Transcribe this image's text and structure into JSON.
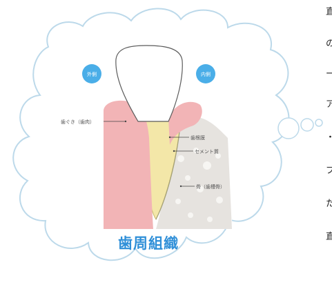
{
  "diagram": {
    "title": "歯周組織",
    "badges": [
      "外側",
      "内側"
    ],
    "labels": {
      "gum": "歯ぐき（歯肉）",
      "ligament": "歯根膜",
      "cementum": "セメント質",
      "bone": "骨（歯槽骨）"
    },
    "edge_text": [
      "直",
      "の",
      "ー",
      "ア",
      "・",
      "ブ",
      "た",
      "直"
    ]
  },
  "colors": {
    "cloud_stroke": "#bcd9ea",
    "title": "#2f8fd8",
    "badge": "#4aaee8",
    "gum": "#f2b4b6",
    "bone": "#e6e3df",
    "dentin": "#f3e7a8",
    "enamel": "#ffffff"
  }
}
